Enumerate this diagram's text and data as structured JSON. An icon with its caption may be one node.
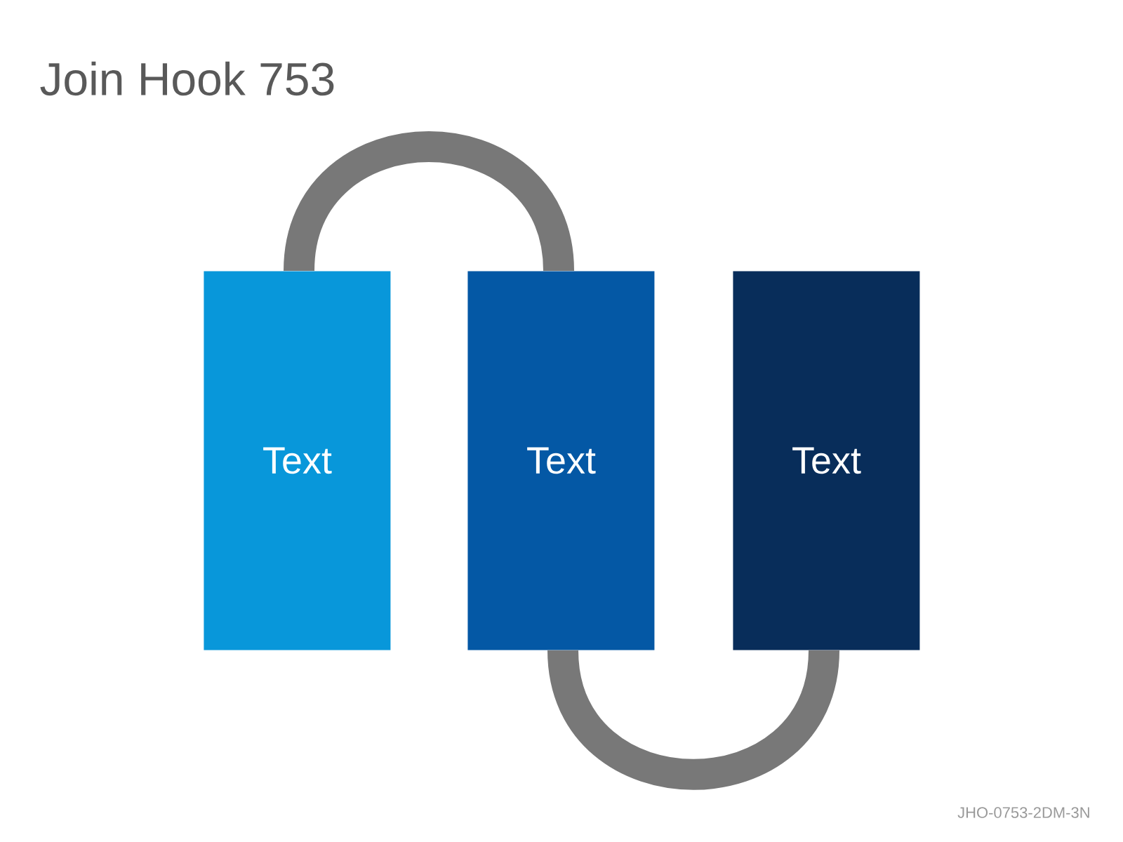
{
  "diagram": {
    "title": "Join Hook 753",
    "nodes": [
      {
        "text": [
          "Text"
        ]
      },
      {
        "text": [
          "Text"
        ]
      },
      {
        "text": [
          "Text"
        ]
      }
    ],
    "edges": [
      {
        "from": 0,
        "to": 1,
        "arrow": "none"
      },
      {
        "from": 1,
        "to": 2,
        "arrow": "none"
      }
    ],
    "labels": [
      "JHO-0753-2DM-3N"
    ]
  }
}
